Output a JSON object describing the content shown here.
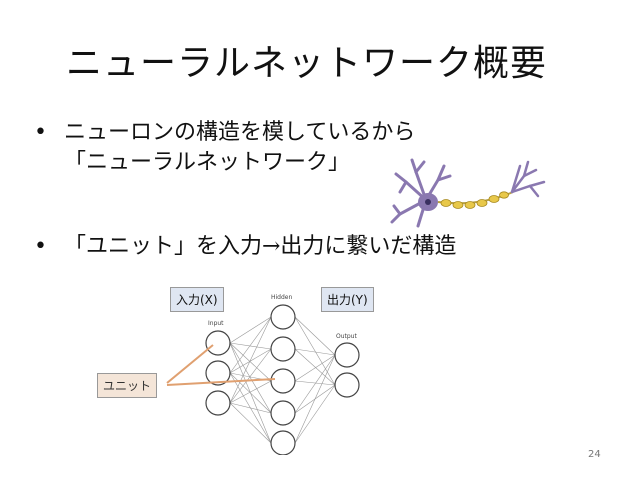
{
  "slide": {
    "title": "ニューラルネットワーク概要",
    "bullets": [
      {
        "marker": "•",
        "lines": [
          "ニューロンの構造を模しているから",
          "「ニューラルネットワーク」"
        ]
      },
      {
        "marker": "•",
        "lines": [
          "「ユニット」を入力→出力に繋いだ構造"
        ]
      }
    ],
    "diagram": {
      "input_label": "入力(X)",
      "output_label": "出力(Y)",
      "unit_label": "ユニット",
      "layer_labels": {
        "input": "Input",
        "hidden": "Hidden",
        "output": "Output"
      }
    },
    "page_number": "24"
  },
  "colors": {
    "label_box": "#dfe6f2",
    "unit_box": "#f4e5d8",
    "arrow": "#e0a070",
    "neuron_body": "#8a78b0",
    "axon": "#e8c84a"
  },
  "icons": [
    "neuron-image",
    "neural-network-diagram"
  ]
}
